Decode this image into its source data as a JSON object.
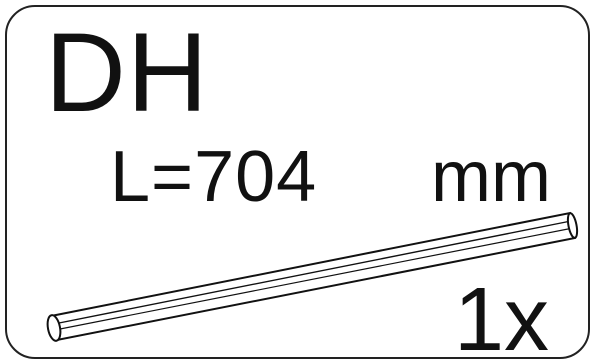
{
  "part": {
    "code": "DH",
    "length_text": "L=704",
    "unit": "mm",
    "quantity": "1x"
  },
  "icons": {
    "rod": "rod-icon"
  },
  "colors": {
    "line": "#111111",
    "border": "#222222",
    "background": "#ffffff"
  }
}
